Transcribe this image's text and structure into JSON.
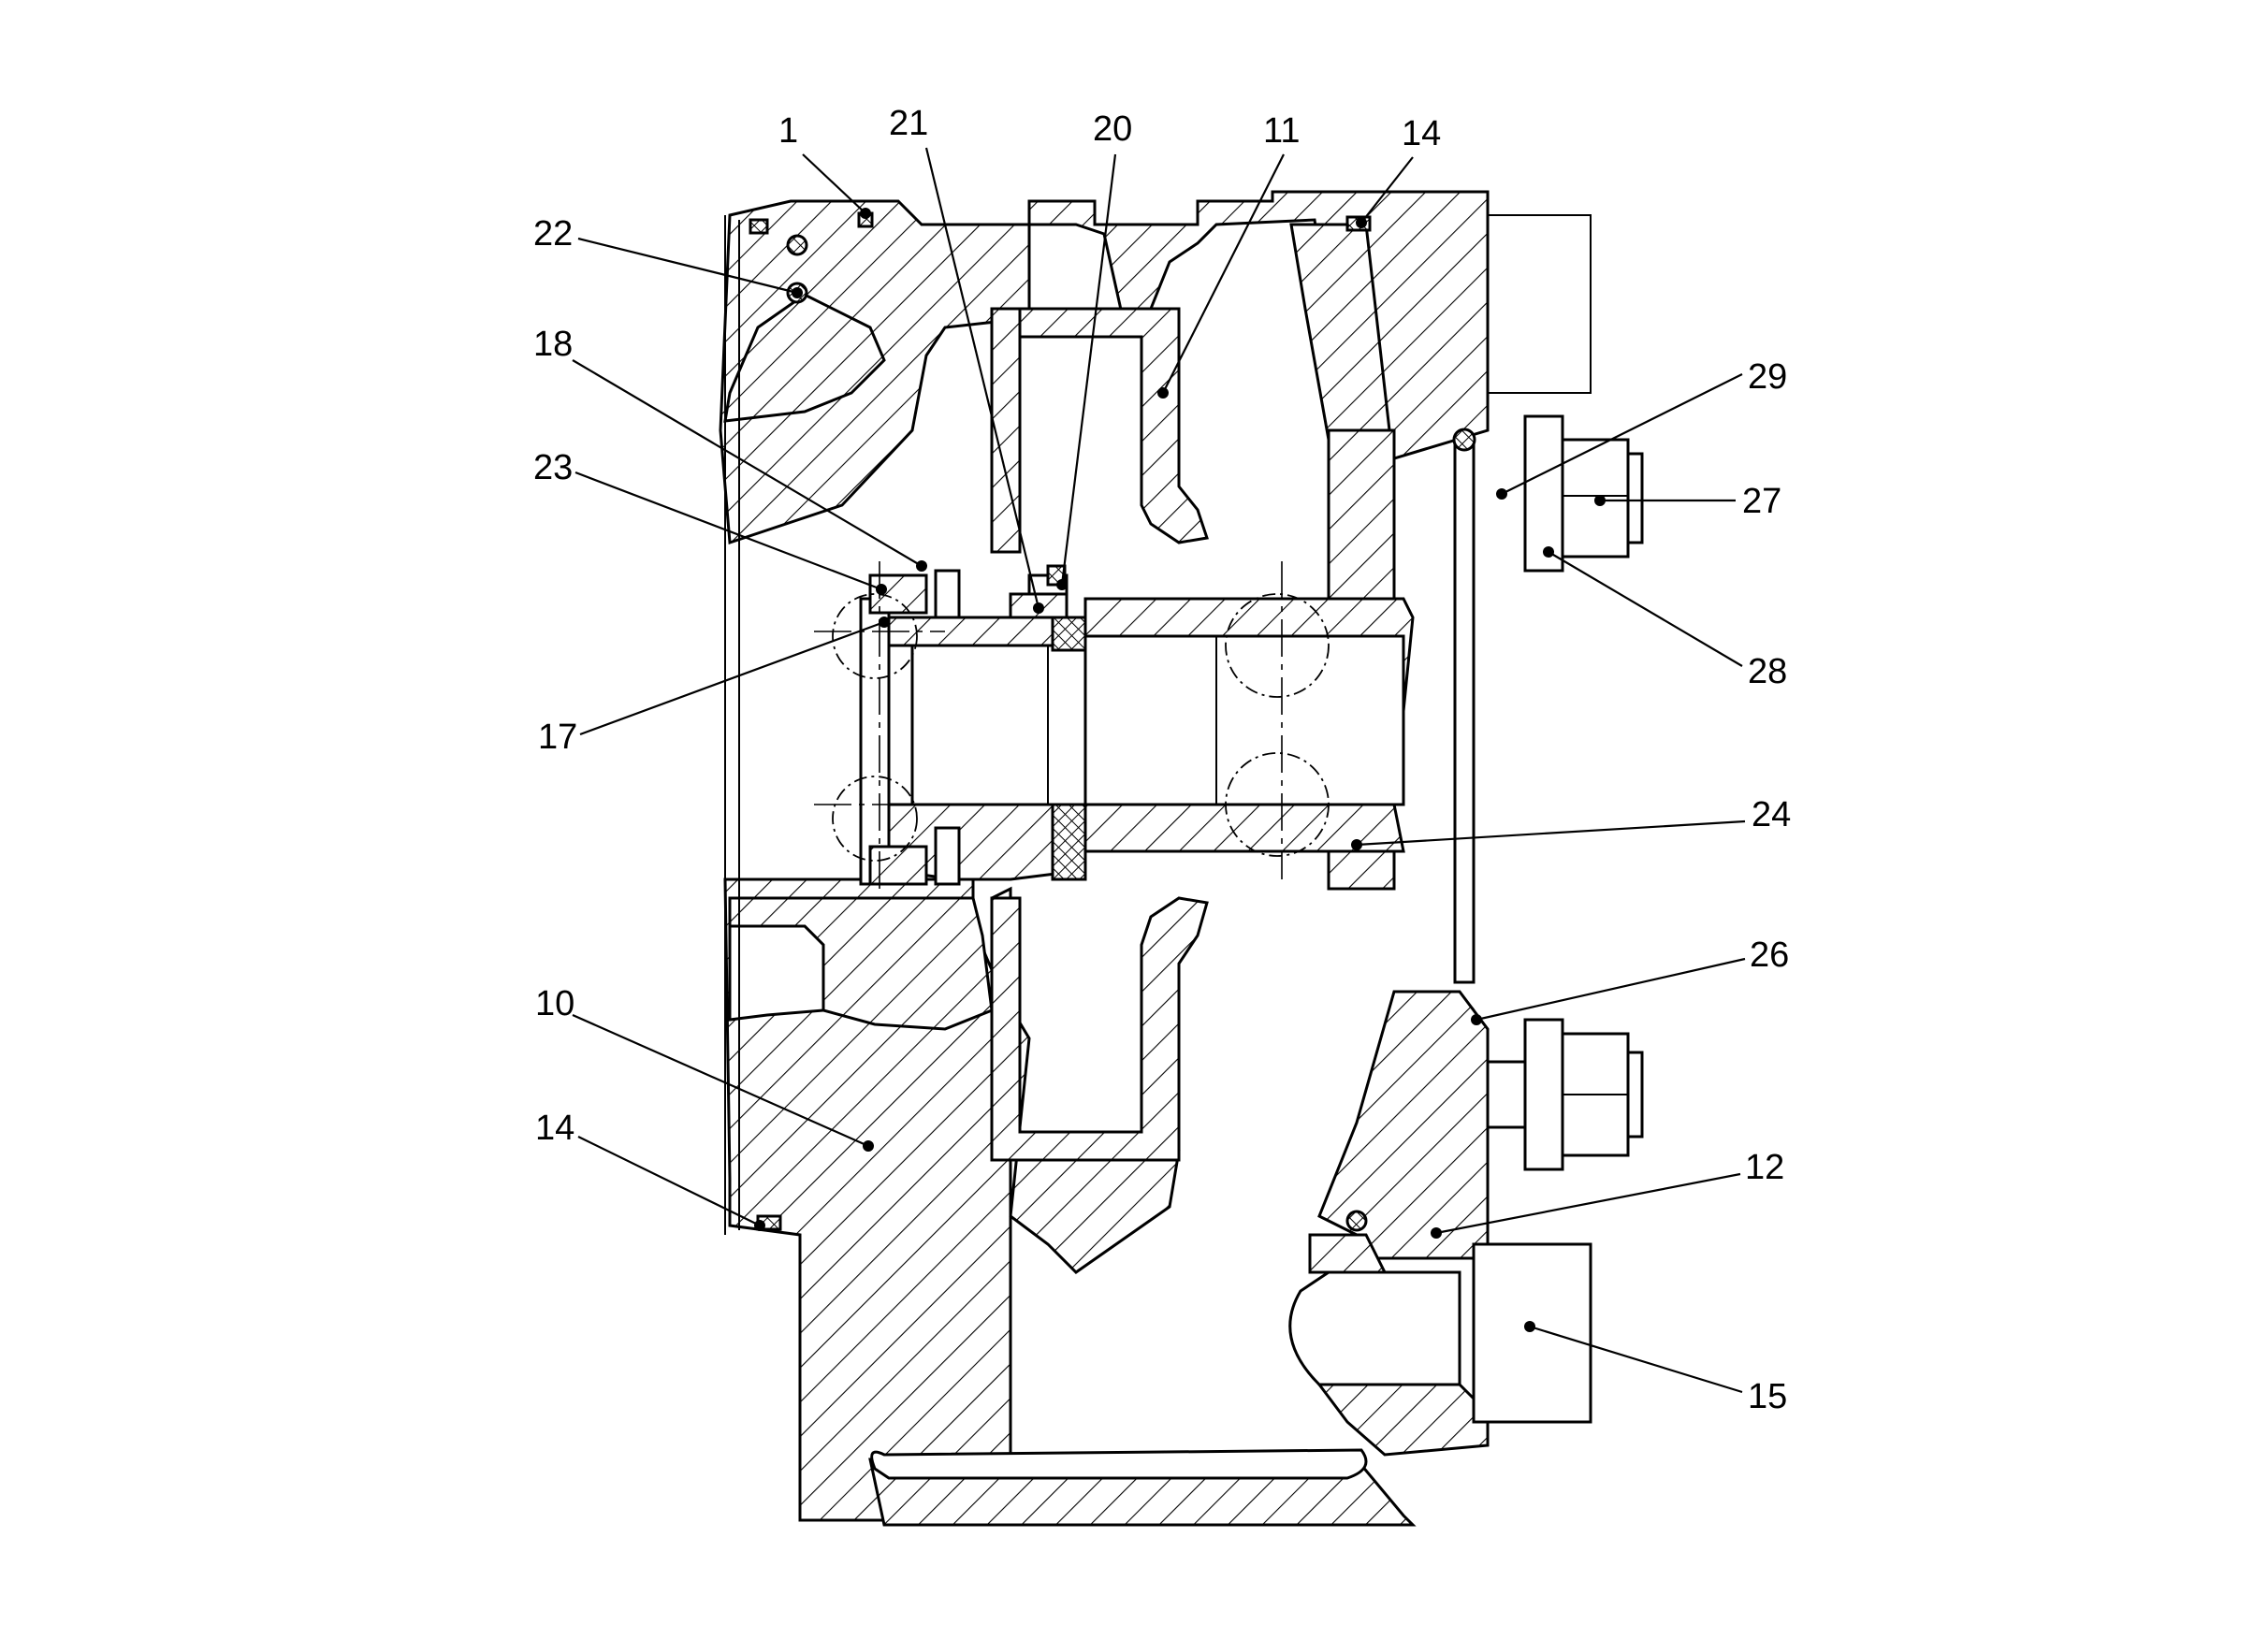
{
  "diagram": {
    "type": "pump cross-section drawing",
    "colors": {
      "line": "#000000",
      "background": "#ffffff"
    },
    "callouts": [
      {
        "id": "c1",
        "label": "1"
      },
      {
        "id": "c21",
        "label": "21"
      },
      {
        "id": "c20",
        "label": "20"
      },
      {
        "id": "c11",
        "label": "11"
      },
      {
        "id": "c14a",
        "label": "14"
      },
      {
        "id": "c22",
        "label": "22"
      },
      {
        "id": "c18",
        "label": "18"
      },
      {
        "id": "c23",
        "label": "23"
      },
      {
        "id": "c17",
        "label": "17"
      },
      {
        "id": "c29",
        "label": "29"
      },
      {
        "id": "c27",
        "label": "27"
      },
      {
        "id": "c28",
        "label": "28"
      },
      {
        "id": "c24",
        "label": "24"
      },
      {
        "id": "c26",
        "label": "26"
      },
      {
        "id": "c10",
        "label": "10"
      },
      {
        "id": "c14b",
        "label": "14"
      },
      {
        "id": "c12",
        "label": "12"
      },
      {
        "id": "c15",
        "label": "15"
      }
    ]
  }
}
